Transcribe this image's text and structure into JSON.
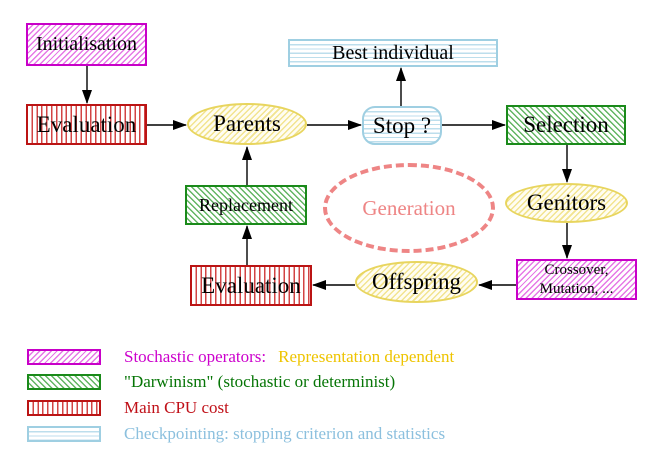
{
  "nodes": {
    "initialisation": {
      "label": "Initialisation"
    },
    "evaluation_top": {
      "label": "Evaluation"
    },
    "best_individual": {
      "label": "Best individual"
    },
    "parents": {
      "label": "Parents"
    },
    "stop": {
      "label": "Stop ?"
    },
    "selection": {
      "label": "Selection"
    },
    "replacement": {
      "label": "Replacement"
    },
    "generation": {
      "label": "Generation"
    },
    "genitors": {
      "label": "Genitors"
    },
    "evaluation_bottom": {
      "label": "Evaluation"
    },
    "offspring": {
      "label": "Offspring"
    },
    "crossover_mutation": {
      "line1": "Crossover,",
      "line2": "Mutation, ..."
    }
  },
  "edges": [
    {
      "from": "Initialisation",
      "to": "Evaluation"
    },
    {
      "from": "Evaluation",
      "to": "Parents"
    },
    {
      "from": "Parents",
      "to": "Stop ?"
    },
    {
      "from": "Stop ?",
      "to": "Best individual"
    },
    {
      "from": "Stop ?",
      "to": "Selection"
    },
    {
      "from": "Selection",
      "to": "Genitors"
    },
    {
      "from": "Genitors",
      "to": "Crossover, Mutation, ..."
    },
    {
      "from": "Crossover, Mutation, ...",
      "to": "Offspring"
    },
    {
      "from": "Offspring",
      "to": "Evaluation"
    },
    {
      "from": "Evaluation",
      "to": "Replacement"
    },
    {
      "from": "Replacement",
      "to": "Parents"
    }
  ],
  "legend": {
    "items": [
      {
        "pattern": "magenta-diagonal-hatch",
        "label": "Stochastic operators:",
        "label_suffix": "Representation dependent",
        "label_color": "#cc00cc",
        "suffix_color": "#eec400"
      },
      {
        "pattern": "green-diagonal-hatch",
        "label": "\"Darwinism\" (stochastic or determinist)",
        "label_color": "#067506"
      },
      {
        "pattern": "red-vertical-stripes",
        "label": "Main CPU cost",
        "label_color": "#c01018"
      },
      {
        "pattern": "cyan-horizontal-stripes",
        "label": "Checkpointing: stopping criterion and statistics",
        "label_color": "#8cc0de"
      }
    ]
  },
  "colors": {
    "magenta_border": "#c800c8",
    "green_border": "#1a8a1a",
    "red_border": "#bb1414",
    "cyan_border": "#9fcfe2",
    "yellow_border": "#e8d55e",
    "generation_dash": "#ee8585",
    "arrow": "#000000",
    "background": "#ffffff"
  }
}
